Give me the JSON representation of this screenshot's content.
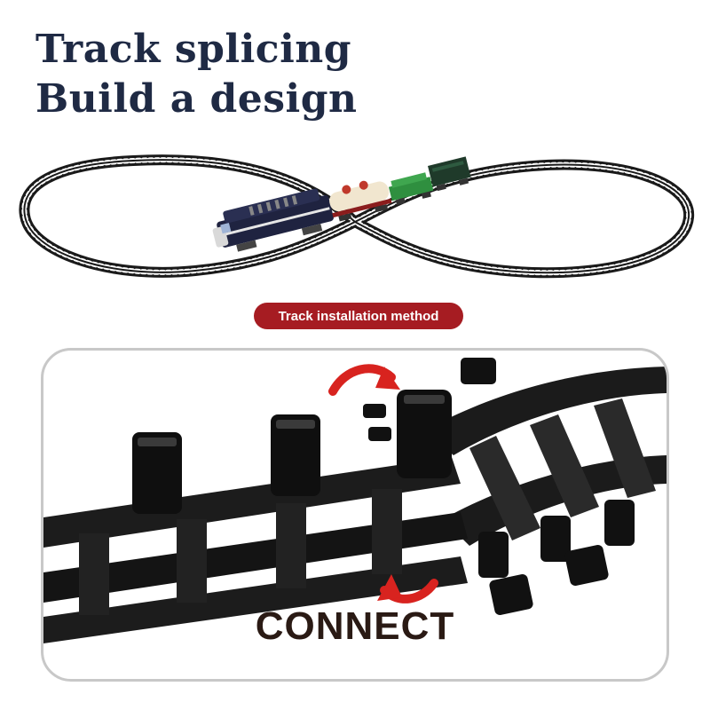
{
  "headline": {
    "line1": "Track splicing",
    "line2": "Build a design"
  },
  "badge": {
    "label": "Track installation method"
  },
  "closeup": {
    "label": "CONNECT"
  },
  "colors": {
    "headline": "#1f2a44",
    "badge_bg": "#a61c22",
    "badge_text": "#ffffff",
    "arrow": "#d8231f",
    "track": "#1a1a1a",
    "panel_border": "#c8c8c8",
    "connect_text": "#2a1a14"
  },
  "icons": [
    "curved-arrow-icon",
    "curved-arrow-icon"
  ]
}
